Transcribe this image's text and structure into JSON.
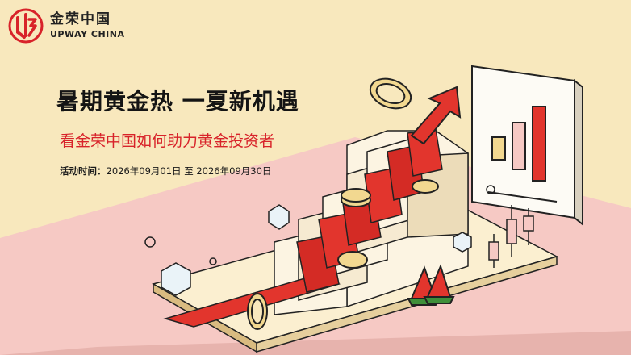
{
  "brand": {
    "name_cn": "金荣中国",
    "name_en": "UPWAY CHINA",
    "color": "#d8232a"
  },
  "headline": "暑期黄金热 一夏新机遇",
  "subheadline": "看金荣中国如何助力黄金投资者",
  "activity": {
    "label": "活动时间：",
    "start": "2026年09月01日",
    "separator": "至",
    "end": "2026年09月30日"
  },
  "icons": [
    "upway-logo-icon",
    "rising-arrow-icon",
    "bar-chart-icon",
    "gold-coin-icon",
    "watermelon-icon",
    "ice-cube-icon",
    "candlestick-icon"
  ],
  "colors": {
    "background": "#f8e8bd",
    "accent_pink": "#f6c9c4",
    "red": "#e2352d",
    "gold": "#f2d890"
  }
}
